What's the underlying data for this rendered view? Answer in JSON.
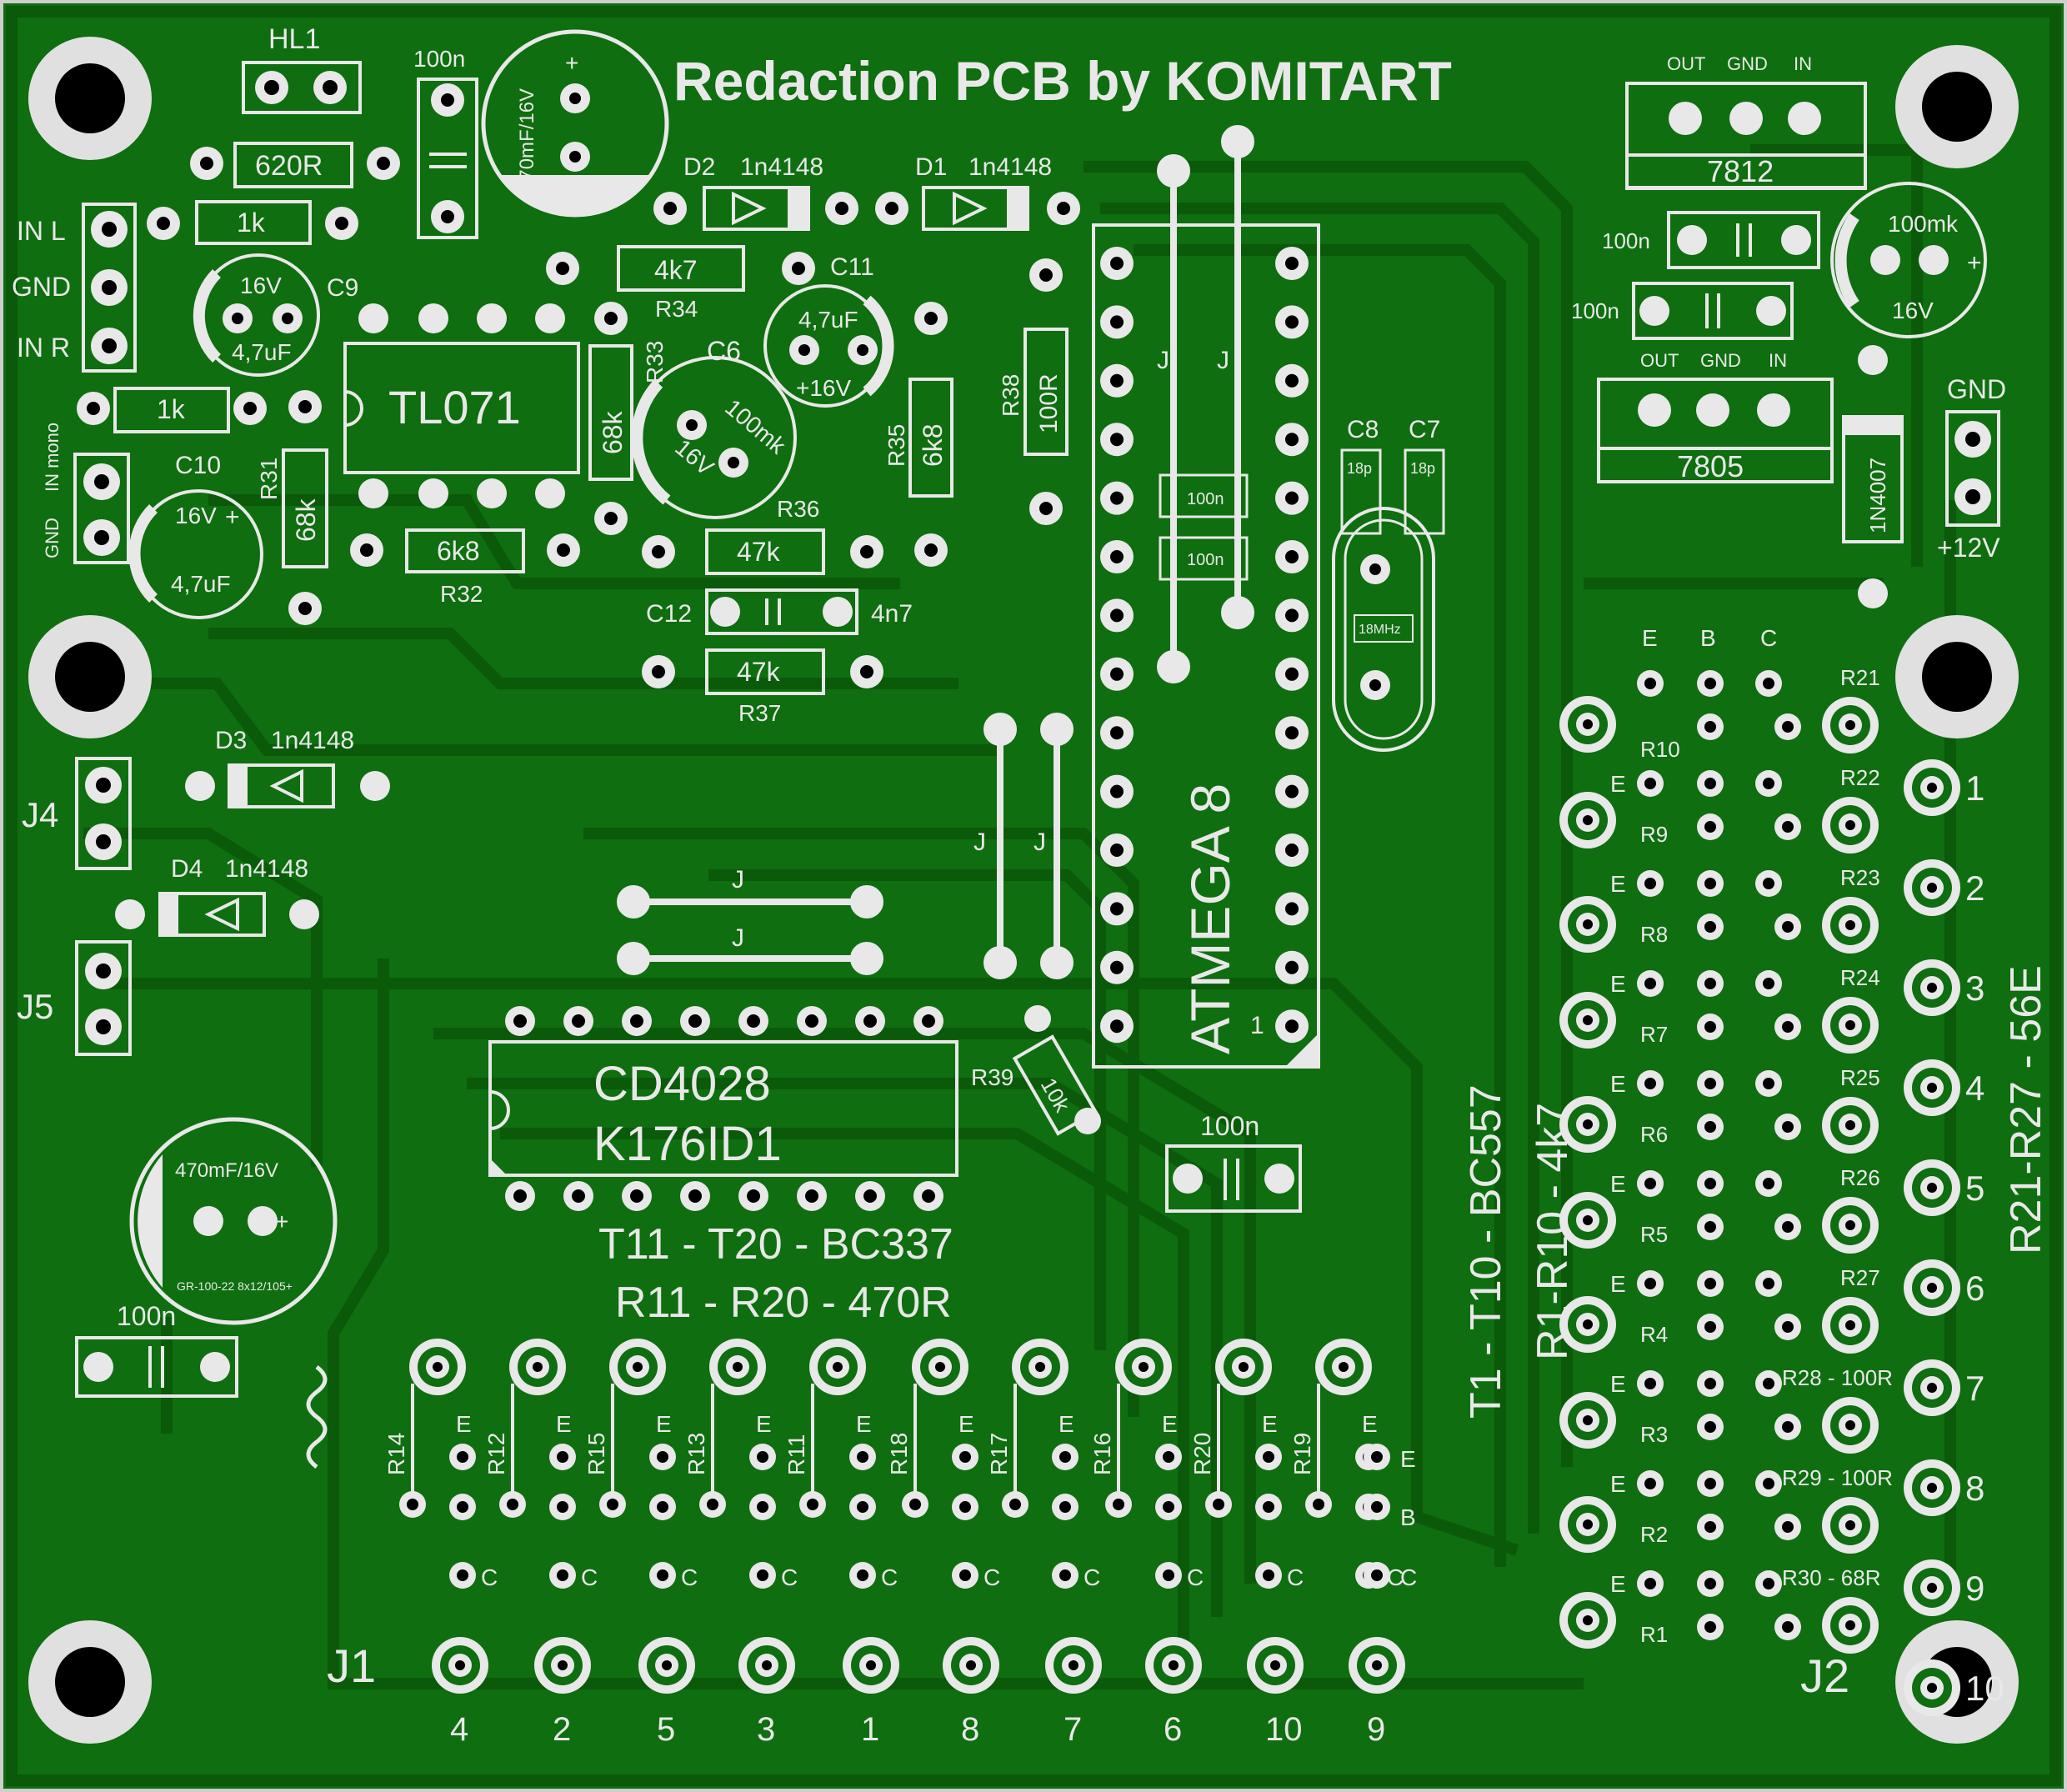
{
  "title": "Redaction PCB by KOMITART",
  "colors": {
    "board": "#0f6e10",
    "trace": "#0a5a0a",
    "silk": "#e8e8e8",
    "hole": "#000000"
  },
  "labels": {
    "hl1": "HL1",
    "c100n_top": "100n",
    "cap470_top": "470mF/16V",
    "cap470_small": "GR-100-22 8x12/105+",
    "r620": "620R",
    "d2": "D2",
    "d2_type": "1n4148",
    "d1": "D1",
    "d1_type": "1n4148",
    "r1k_a": "1k",
    "in_l": "IN L",
    "gnd": "GND",
    "in_r": "IN R",
    "r4k7": "4k7",
    "r34": "R34",
    "c11": "C11",
    "c11_val": "4,7uF",
    "c11_v": "+16V",
    "c9": "C9",
    "c9_v": "16V",
    "c9_val": "4,7uF",
    "tl071": "TL071",
    "r33": "R33",
    "r33_val": "68k",
    "c6": "C6",
    "c6_val": "100mk",
    "c6_v": "16V",
    "r35": "R35",
    "r35_val": "6k8",
    "r38": "R38",
    "r38_val": "100R",
    "r1k_b": "1k",
    "in_mono": "IN mono",
    "gnd_v": "GND",
    "c10": "C10",
    "c10_v": "16V",
    "c10_val": "4,7uF",
    "r31": "R31",
    "r31_val": "68k",
    "r32": "R32",
    "r32_val": "6k8",
    "r36": "R36",
    "r36_val": "47k",
    "c12": "C12",
    "c12_val": "4n7",
    "r37": "R37",
    "r37_val": "47k",
    "d3": "D3",
    "d3_type": "1n4148",
    "d4": "D4",
    "d4_type": "1n4148",
    "j4": "J4",
    "j5": "J5",
    "jumper": "J",
    "atmega": "ATMEGA 8",
    "pin1": "1",
    "c8": "C8",
    "c7": "C7",
    "c18p": "18p",
    "xtal": "18MHz",
    "c100n_a": "100n",
    "c100n_b": "100n",
    "r39": "R39",
    "r39_val": "10k",
    "cd4028": "CD4028",
    "k176": "K176ID1",
    "c100n_mid": "100n",
    "t11": "T11 - T20  -  BC337",
    "r11": "R11 - R20  -  470R",
    "cap470_bot": "470mF/16V",
    "c100n_bot": "100n",
    "vr_out": "OUT",
    "vr_gnd": "GND",
    "vr_in": "IN",
    "v7812": "7812",
    "v7805": "7805",
    "c100n_r1": "100n",
    "c100n_r2": "100n",
    "c100mk": "100mk",
    "c100mk_v": "16V",
    "gnd_r": "GND",
    "plus12": "+12V",
    "d1n4007": "1N4007",
    "e": "E",
    "b": "B",
    "c": "C",
    "t1": "T1 - T10 - BC557",
    "r1r10": "R1-R10 - 4k7",
    "r21r27": "R21-R27 - 56E",
    "j1": "J1",
    "j2": "J2"
  },
  "bottom_resistors": [
    "R14",
    "R12",
    "R15",
    "R13",
    "R11",
    "R18",
    "R17",
    "R16",
    "R20",
    "R19"
  ],
  "j1_pins": [
    "4",
    "2",
    "5",
    "3",
    "1",
    "8",
    "7",
    "6",
    "10",
    "9"
  ],
  "left_resistors": [
    "R10",
    "R9",
    "R8",
    "R7",
    "R6",
    "R5",
    "R4",
    "R3",
    "R2",
    "R1"
  ],
  "right_resistors": [
    "R21",
    "R22",
    "R23",
    "R24",
    "R25",
    "R26",
    "R27",
    "R28 - 100R",
    "R29 - 100R",
    "R30 - 68R"
  ],
  "j2_pins": [
    "1",
    "2",
    "3",
    "4",
    "5",
    "6",
    "7",
    "8",
    "9",
    "10"
  ]
}
